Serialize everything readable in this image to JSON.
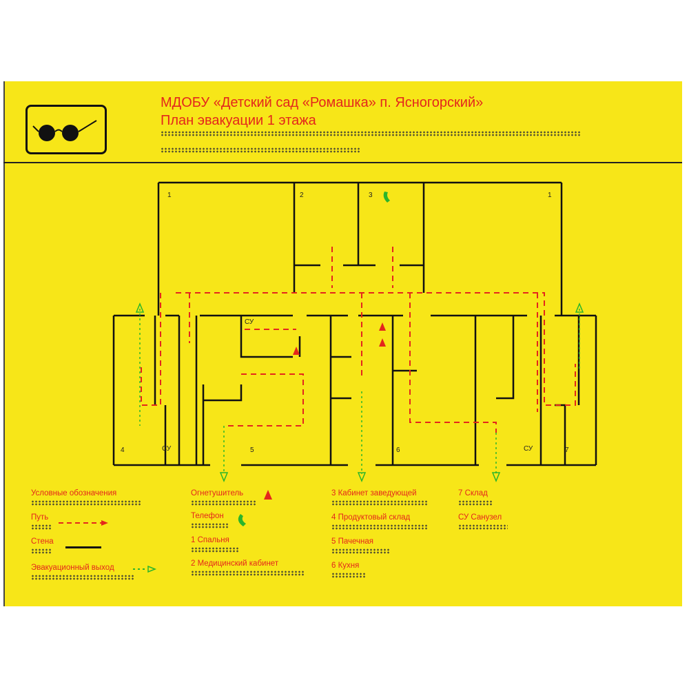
{
  "header": {
    "title": "МДОБУ «Детский сад «Ромашка» п. Ясногорский»",
    "subtitle": "План эвакуации 1 этажа"
  },
  "plan": {
    "rooms_top": [
      "1",
      "2",
      "3",
      "1"
    ],
    "rooms_bottom": [
      "4",
      "СУ",
      "5",
      "6",
      "СУ",
      "7"
    ],
    "room_su_mid": "СУ"
  },
  "legend": {
    "heading": "Условные обозначения",
    "path": "Путь",
    "wall": "Стена",
    "exit": "Эвакуационный выход",
    "extinguisher": "Огнетушитель",
    "phone": "Телефон",
    "rooms": [
      "1 Спальня",
      "2 Медицинский кабинет",
      "3 Кабинет заведующей",
      "4 Продуктовый склад",
      "5 Пачечная",
      "6 Кухня",
      "7 Склад",
      "СУ Санузел"
    ]
  },
  "colors": {
    "background": "#f7e618",
    "text": "#e4261c",
    "path": "#e4261c",
    "exit": "#2bb52b",
    "wall": "#111111"
  }
}
